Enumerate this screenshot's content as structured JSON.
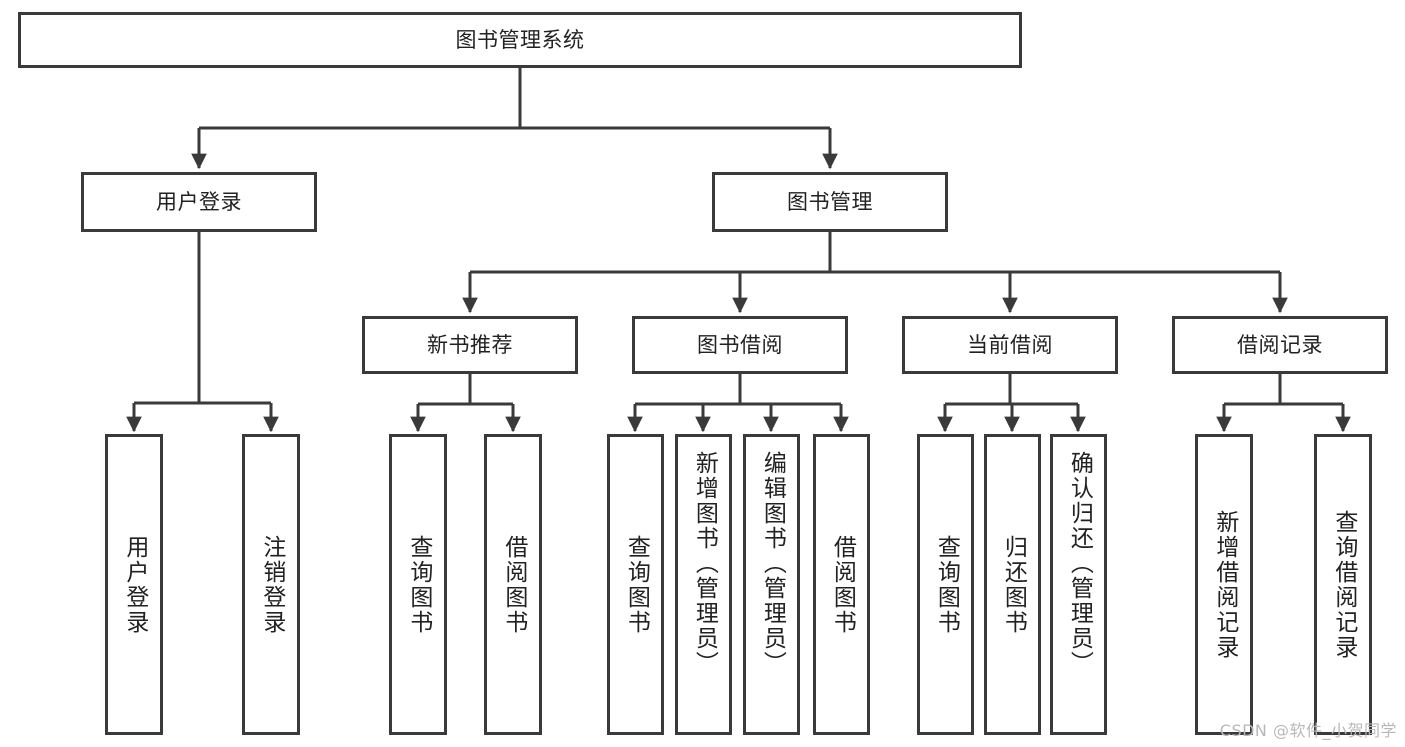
{
  "diagram": {
    "type": "tree",
    "title": "图书管理系统",
    "style": {
      "stroke": "#3a3a3a",
      "fill": "#ffffff",
      "background": "#ffffff",
      "text": "#222222"
    },
    "root": {
      "label": "图书管理系统",
      "level": 1
    },
    "level2": [
      {
        "label": "用户登录"
      },
      {
        "label": "图书管理"
      }
    ],
    "level3": [
      {
        "label": "新书推荐"
      },
      {
        "label": "图书借阅"
      },
      {
        "label": "当前借阅"
      },
      {
        "label": "借阅记录"
      }
    ],
    "leaves": {
      "user_login": [
        {
          "label": "用户登录"
        },
        {
          "label": "注销登录"
        }
      ],
      "new_book_recommend": [
        {
          "label": "查询图书"
        },
        {
          "label": "借阅图书"
        }
      ],
      "book_borrow": [
        {
          "label": "查询图书"
        },
        {
          "label": "新增图书（管理员）"
        },
        {
          "label": "编辑图书（管理员）"
        },
        {
          "label": "借阅图书"
        }
      ],
      "current_borrow": [
        {
          "label": "查询图书"
        },
        {
          "label": "归还图书"
        },
        {
          "label": "确认归还（管理员）"
        }
      ],
      "borrow_record": [
        {
          "label": "新增借阅记录"
        },
        {
          "label": "查询借阅记录"
        }
      ]
    }
  },
  "watermark": {
    "text": "CSDN @软件_小贺同学"
  }
}
